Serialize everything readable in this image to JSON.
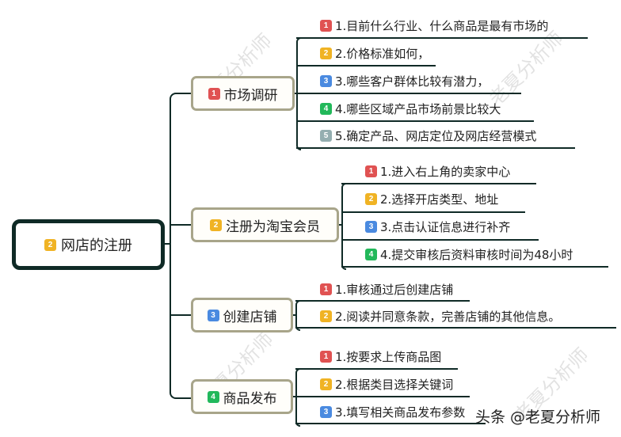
{
  "colors": {
    "line": "#0f2a26",
    "topic_border": "#a8a58a",
    "badge_1": "#e05252",
    "badge_2": "#f0b324",
    "badge_3": "#4a8ae0",
    "badge_4": "#22b85a",
    "badge_5": "#94aeb0"
  },
  "root": {
    "badge": "2",
    "label": "网店的注册"
  },
  "topics": [
    {
      "badge": "1",
      "label": "市场调研",
      "items": [
        {
          "badge": "1",
          "label": "1.目前什么行业、什么商品是最有市场的"
        },
        {
          "badge": "2",
          "label": "2.价格标准如何，"
        },
        {
          "badge": "3",
          "label": "3.哪些客户群体比较有潜力，"
        },
        {
          "badge": "4",
          "label": "4.哪些区域产品市场前景比较大"
        },
        {
          "badge": "5",
          "label": "5.确定产品、网店定位及网店经营模式"
        }
      ]
    },
    {
      "badge": "2",
      "label": "注册为淘宝会员",
      "items": [
        {
          "badge": "1",
          "label": "1.进入右上角的卖家中心"
        },
        {
          "badge": "2",
          "label": "2.选择开店类型、地址"
        },
        {
          "badge": "3",
          "label": "3.点击认证信息进行补齐"
        },
        {
          "badge": "4",
          "label": "4.提交审核后资料审核时间为48小时"
        }
      ]
    },
    {
      "badge": "3",
      "label": "创建店铺",
      "items": [
        {
          "badge": "1",
          "label": "1.审核通过后创建店铺"
        },
        {
          "badge": "2",
          "label": "2.阅读并同意条款，完善店铺的其他信息。"
        }
      ]
    },
    {
      "badge": "4",
      "label": "商品发布",
      "items": [
        {
          "badge": "1",
          "label": "1.按要求上传商品图"
        },
        {
          "badge": "2",
          "label": "2.根据类目选择关键词"
        },
        {
          "badge": "3",
          "label": "3.填写相关商品发布参数"
        }
      ]
    }
  ],
  "watermark": "老夏分析师",
  "credit": "头条 @老夏分析师"
}
